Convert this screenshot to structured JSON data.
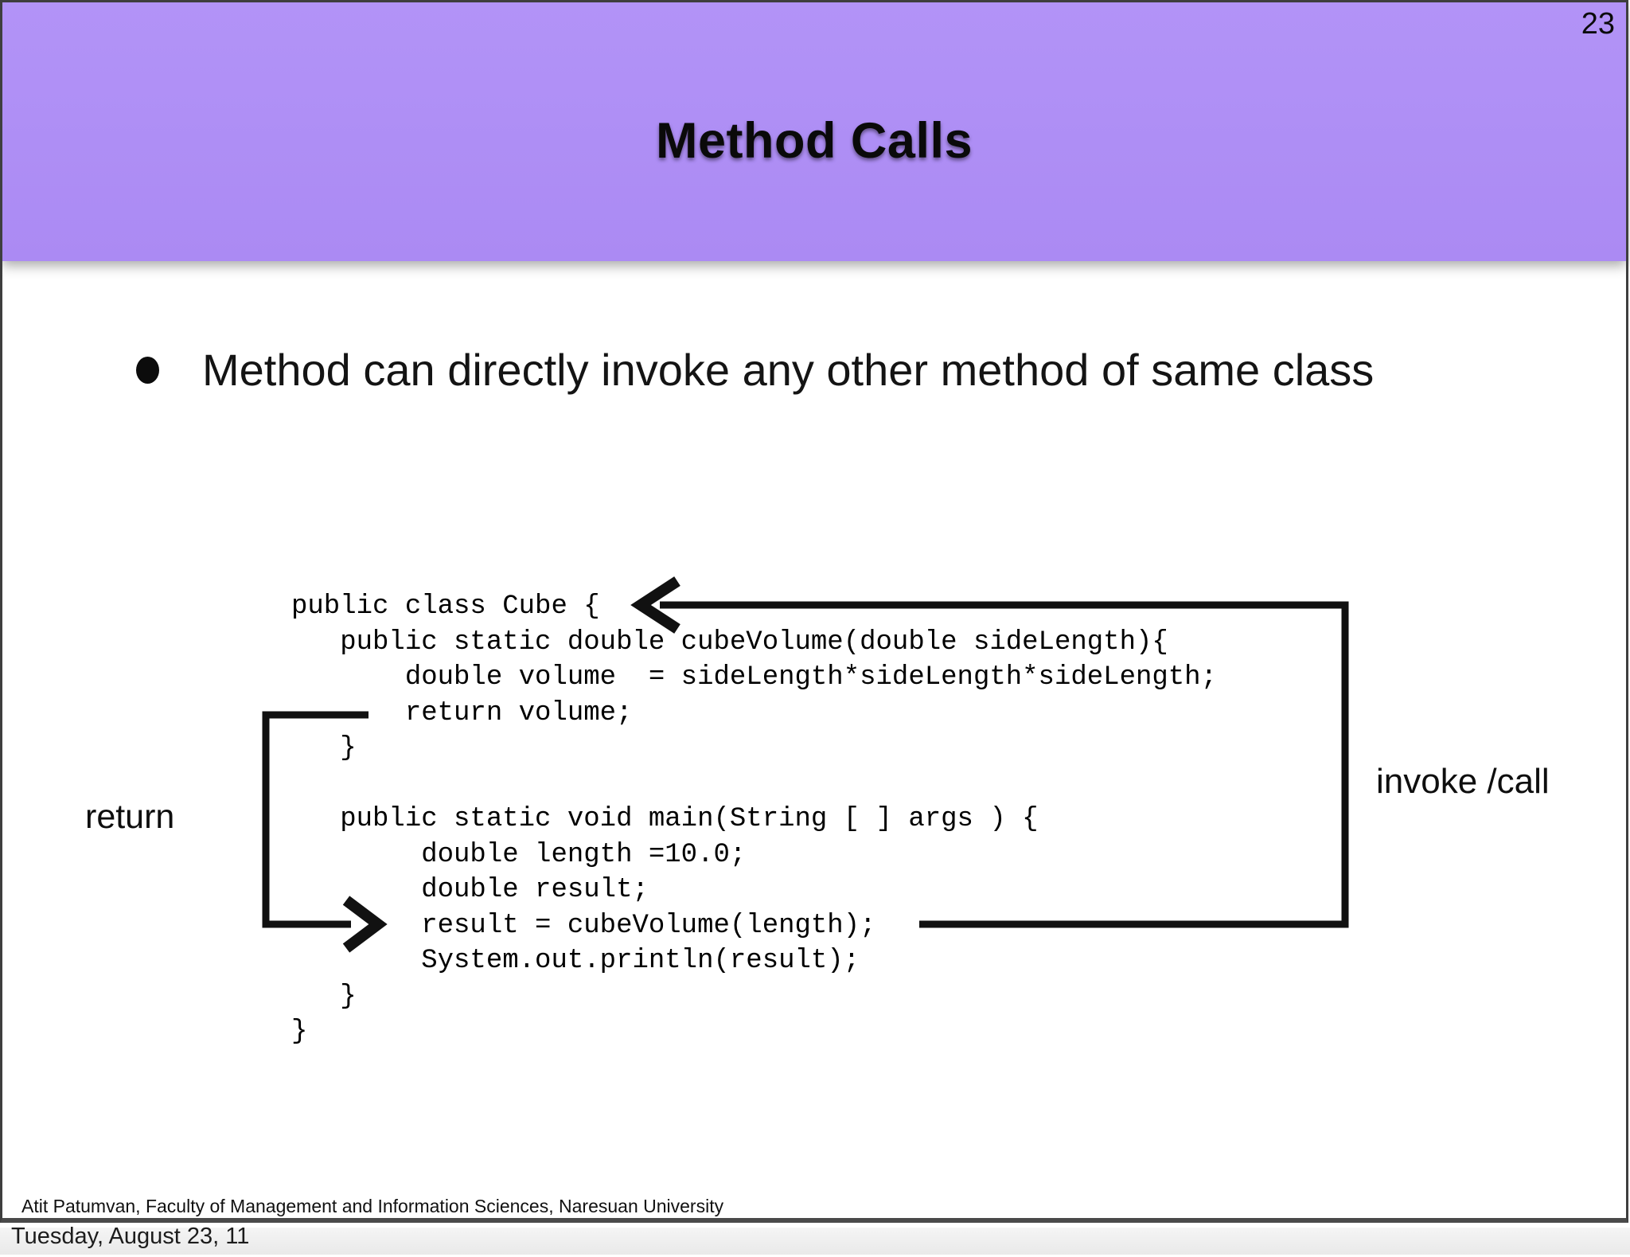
{
  "page_number": "23",
  "header": {
    "title": "Method Calls",
    "band_color": "#ab8af3"
  },
  "bullet": {
    "text": "Method can directly invoke any other method of same class"
  },
  "code": {
    "lines": [
      "public class Cube {",
      "   public static double cubeVolume(double sideLength){",
      "       double volume  = sideLength*sideLength*sideLength;",
      "       return volume;",
      "   }",
      "",
      "   public static void main(String [ ] args ) {",
      "        double length =10.0;",
      "        double result;",
      "        result = cubeVolume(length);",
      "        System.out.println(result);",
      "   }",
      "}"
    ]
  },
  "annotations": {
    "return_label": "return",
    "invoke_label": "invoke /call",
    "arrow_color": "#111111"
  },
  "footer": {
    "credit": "Atit Patumvan, Faculty of Management and Information Sciences, Naresuan University",
    "date": "Tuesday, August 23, 11"
  }
}
